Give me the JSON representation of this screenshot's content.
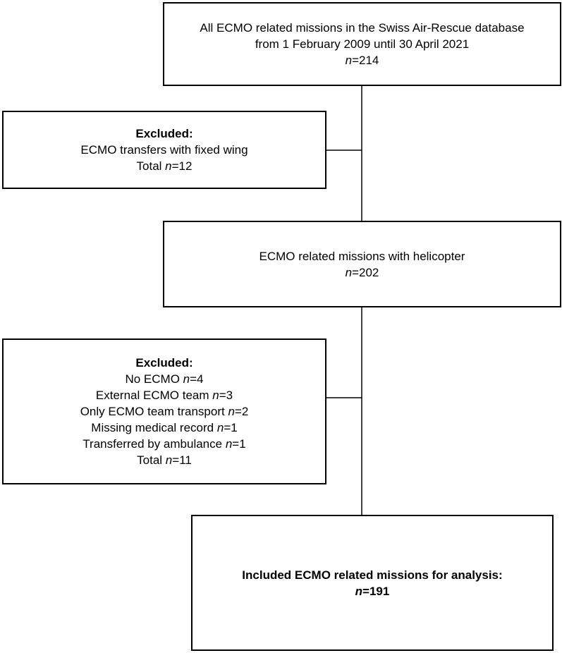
{
  "flowchart": {
    "all_missions": {
      "line1": "All ECMO related missions in the Swiss Air-Rescue database",
      "line2": "from 1 February 2009 until 30 April 2021",
      "n_label": "n",
      "n_value": "=214"
    },
    "excluded_fixed_wing": {
      "heading": "Excluded:",
      "line1": "ECMO transfers with fixed wing",
      "total_prefix": "Total ",
      "n_label": "n",
      "n_value": "=12"
    },
    "helicopter_missions": {
      "line1": "ECMO related missions with helicopter",
      "n_label": "n",
      "n_value": "=202"
    },
    "excluded_helicopter": {
      "heading": "Excluded:",
      "reasons": [
        {
          "text": "No ECMO ",
          "n_label": "n",
          "n_value": "=4"
        },
        {
          "text": "External ECMO team ",
          "n_label": "n",
          "n_value": "=3"
        },
        {
          "text": "Only ECMO team transport ",
          "n_label": "n",
          "n_value": "=2"
        },
        {
          "text": "Missing medical record ",
          "n_label": "n",
          "n_value": "=1"
        },
        {
          "text": "Transferred by ambulance ",
          "n_label": "n",
          "n_value": "=1"
        }
      ],
      "total_prefix": "Total ",
      "n_label": "n",
      "n_value": "=11"
    },
    "included": {
      "line1": "Included ECMO related missions for analysis:",
      "n_label": "n",
      "n_value": "=191"
    }
  }
}
